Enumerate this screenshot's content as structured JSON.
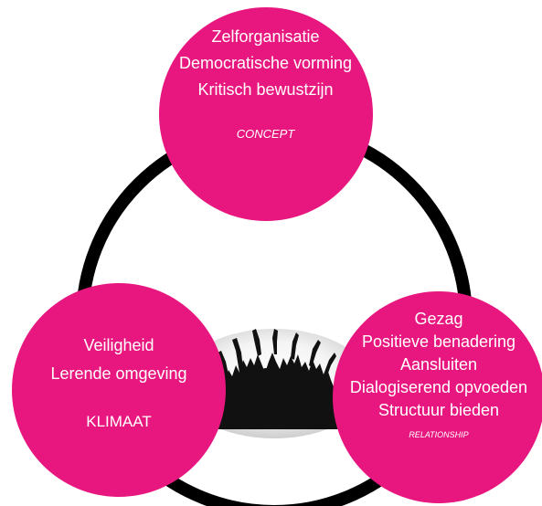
{
  "colors": {
    "circle_fill": "#e8177f",
    "ring_stroke": "#000000",
    "text": "#ffffff"
  },
  "concept": {
    "items": [
      "Zelforganisatie",
      "Democratische vorming",
      "Kritisch bewustzijn"
    ],
    "label": "CONCEPT"
  },
  "klimaat": {
    "items": [
      "Veiligheid",
      "Lerende omgeving"
    ],
    "label": "KLIMAAT"
  },
  "relationship": {
    "items": [
      "Gezag",
      "Positieve benadering",
      "Aansluiten",
      "Dialogiserend opvoeden",
      "Structuur bieden"
    ],
    "label": "RELATIONSHIP"
  },
  "center_image": "crowd-silhouette-raised-hands"
}
